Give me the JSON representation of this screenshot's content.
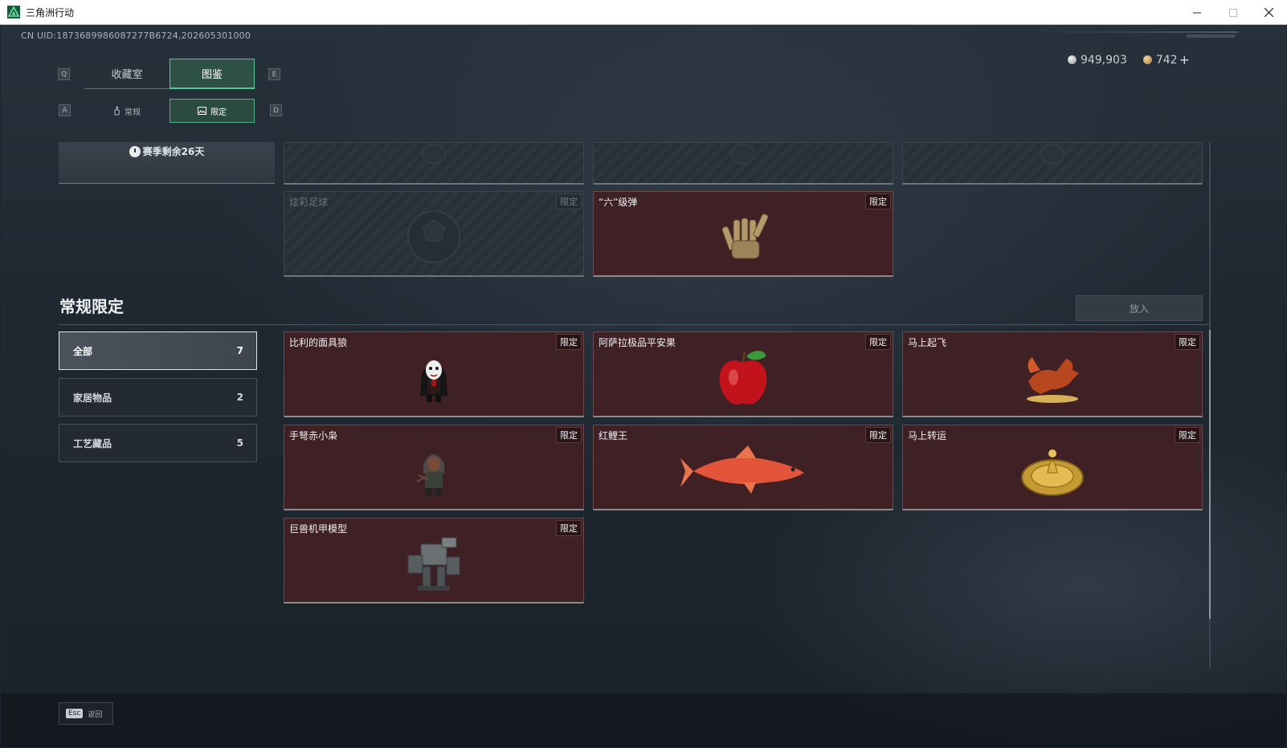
{
  "window": {
    "title": "三角洲行动"
  },
  "uid": "CN UID:1873689986087277B6724,202605301000",
  "currency": [
    {
      "value": "949,903",
      "icon": "silver-coin-icon"
    },
    {
      "value": "742",
      "icon": "gold-coin-icon"
    }
  ],
  "keys": {
    "prev_tab": "Q",
    "next_tab": "E",
    "prev_sub": "A",
    "next_sub": "D"
  },
  "tabs": [
    {
      "label": "收藏室"
    },
    {
      "label": "图鉴"
    }
  ],
  "subtabs": [
    {
      "label": "常规"
    },
    {
      "label": "限定"
    }
  ],
  "season": {
    "remaining": "赛季剩余26天"
  },
  "featured": [
    {
      "name": "炫彩足球",
      "tag": "限定"
    },
    {
      "name": "“六”级弹",
      "tag": "限定"
    }
  ],
  "section": {
    "title": "常规限定",
    "put_button": "放入"
  },
  "categories": [
    {
      "label": "全部",
      "count": "7"
    },
    {
      "label": "家居物品",
      "count": "2"
    },
    {
      "label": "工艺藏品",
      "count": "5"
    }
  ],
  "items": [
    {
      "name": "比利的面具狼",
      "tag": "限定"
    },
    {
      "name": "阿萨拉极品平安果",
      "tag": "限定"
    },
    {
      "name": "马上起飞",
      "tag": "限定"
    },
    {
      "name": "手弩赤小枭",
      "tag": "限定"
    },
    {
      "name": "红鲤王",
      "tag": "限定"
    },
    {
      "name": "马上转运",
      "tag": "限定"
    },
    {
      "name": "巨兽机甲模型",
      "tag": "限定"
    }
  ],
  "footer": {
    "esc_key": "Esc",
    "back": "返回"
  },
  "colors": {
    "accent_green": "#58c795",
    "card_bg": "#3f2125"
  }
}
